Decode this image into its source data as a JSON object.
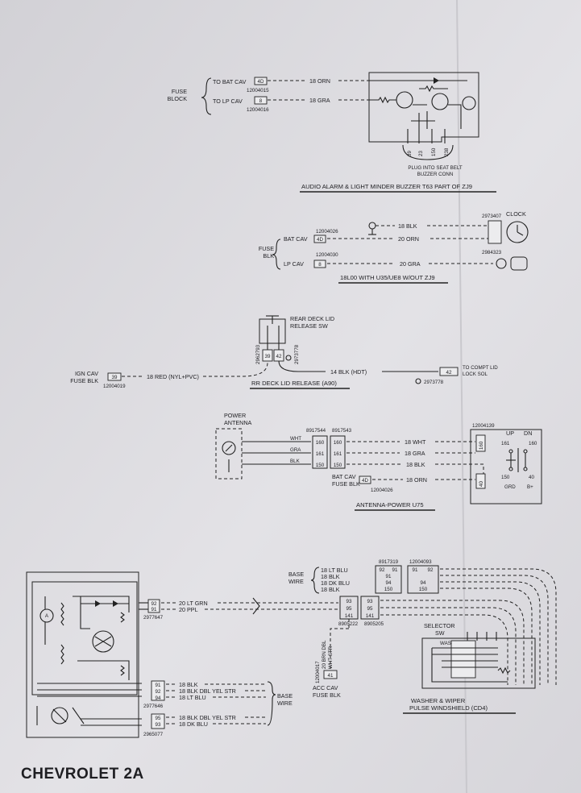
{
  "page_title": "CHEVROLET 2A",
  "audio_alarm": {
    "fuse_block": [
      "FUSE",
      "BLOCK"
    ],
    "bat_cav_label": "TO BAT CAV",
    "bat_cav_num": "4D",
    "part1": "12004015",
    "lp_cav_label": "TO LP CAV",
    "lp_cav_num": "8",
    "part2": "12004016",
    "wire1": "18 ORN",
    "wire2": "18 GRA",
    "pins": [
      "39",
      "23",
      "150",
      "238"
    ],
    "plug_note": [
      "PLUG INTO SEAT BELT",
      "BUZZER CONN"
    ],
    "caption": "AUDIO ALARM & LIGHT MINDER BUZZER  T63  PART OF ZJ9"
  },
  "clock": {
    "fuse_blk": [
      "FUSE",
      "BLK"
    ],
    "bat_cav": "BAT CAV",
    "bat_num": "4D",
    "lp_cav": "LP CAV",
    "lp_num": "8",
    "part_a": "12004026",
    "part_b": "12004030",
    "wire_blk": "18 BLK",
    "wire_orn": "20 ORN",
    "wire_gra": "20 GRA",
    "conn_a": "2973407",
    "conn_b": "2984323",
    "clock_label": "CLOCK",
    "caption": "18L00 WITH U35/UE8 W/OUT ZJ9"
  },
  "deck_lid": {
    "switch_label": [
      "REAR DECK LID",
      "RELEASE  SW"
    ],
    "ign_cav": [
      "IGN CAV",
      "FUSE BLK"
    ],
    "ign_num": "39",
    "ign_part": "12004019",
    "wire_red": "18 RED (NYL+PVC)",
    "wire_blk": "14 BLK (HDT)",
    "conn_nums": [
      "39",
      "42"
    ],
    "conn_parts": [
      "2962793",
      "2973778"
    ],
    "sol_num": "42",
    "sol_label": [
      "TO COMPT LID",
      "LOCK SOL"
    ],
    "sol_part": "2973778",
    "caption": "RR DECK LID RELEASE (A90)"
  },
  "antenna": {
    "power_label": [
      "POWER",
      "ANTENNA"
    ],
    "parts_top": [
      "8917544",
      "8917543"
    ],
    "wires_left": [
      "WHT",
      "GRA",
      "BLK"
    ],
    "pins_left": [
      "160",
      "161",
      "150"
    ],
    "pins_right": [
      "160",
      "161",
      "150"
    ],
    "wire_wht": "18 WHT",
    "wire_gra": "18 GRA",
    "wire_blk": "18 BLK",
    "wire_orn": "18 ORN",
    "bat_cav": [
      "BAT CAV",
      "FUSE BLK"
    ],
    "bat_num": "4D",
    "bat_part": "12004026",
    "switch_part": "12004139",
    "switch_pins": [
      "160",
      "40"
    ],
    "up": "UP",
    "dn": "DN",
    "sw_labels": [
      "161",
      "160",
      "150",
      "40"
    ],
    "grd": "GRD",
    "bplus": "B+",
    "caption": "ANTENNA-POWER U75"
  },
  "wiper": {
    "base_wire_top": [
      "BASE",
      "WIRE"
    ],
    "wires_top": [
      "18 LT BLU",
      "18 BLK",
      "18 DK BLU",
      "18 BLK"
    ],
    "pins_a": [
      "92",
      "91",
      "94",
      "150"
    ],
    "pins_b": [
      "91",
      "92",
      "94",
      "150"
    ],
    "parts_top": [
      "8917319",
      "12004093"
    ],
    "motor_pins": [
      "92",
      "91"
    ],
    "motor_part": "2977647",
    "wire_lt_grn": "20 LT GRN",
    "wire_ppl": "20 PPL",
    "mid_pins_left": [
      "93",
      "95",
      "141"
    ],
    "mid_pins_right": [
      "93",
      "95",
      "141"
    ],
    "mid_parts": [
      "8905222",
      "8905205"
    ],
    "acc_wire": [
      "20 BRN DBL",
      "WHT STR"
    ],
    "acc_part": "12004017",
    "acc_num": "41",
    "acc_cav": [
      "ACC CAV",
      "FUSE BLK"
    ],
    "selector": [
      "SELECTOR",
      "SW"
    ],
    "wash": "WASH",
    "lower_pins": [
      "91",
      "92",
      "94"
    ],
    "lower_part": "2977646",
    "lower_wires": [
      "18 BLK",
      "18 BLK DBL YEL STR",
      "18 LT BLU"
    ],
    "bottom_pins": [
      "95",
      "93"
    ],
    "bottom_part": "2965077",
    "bottom_wires": [
      "18 BLK DBL YEL STR",
      "18 DK BLU"
    ],
    "base_wire_bottom": [
      "BASE",
      "WIRE"
    ],
    "caption": [
      "WASHER & WIPER",
      "PULSE WINDSHIELD (CD4)"
    ]
  }
}
